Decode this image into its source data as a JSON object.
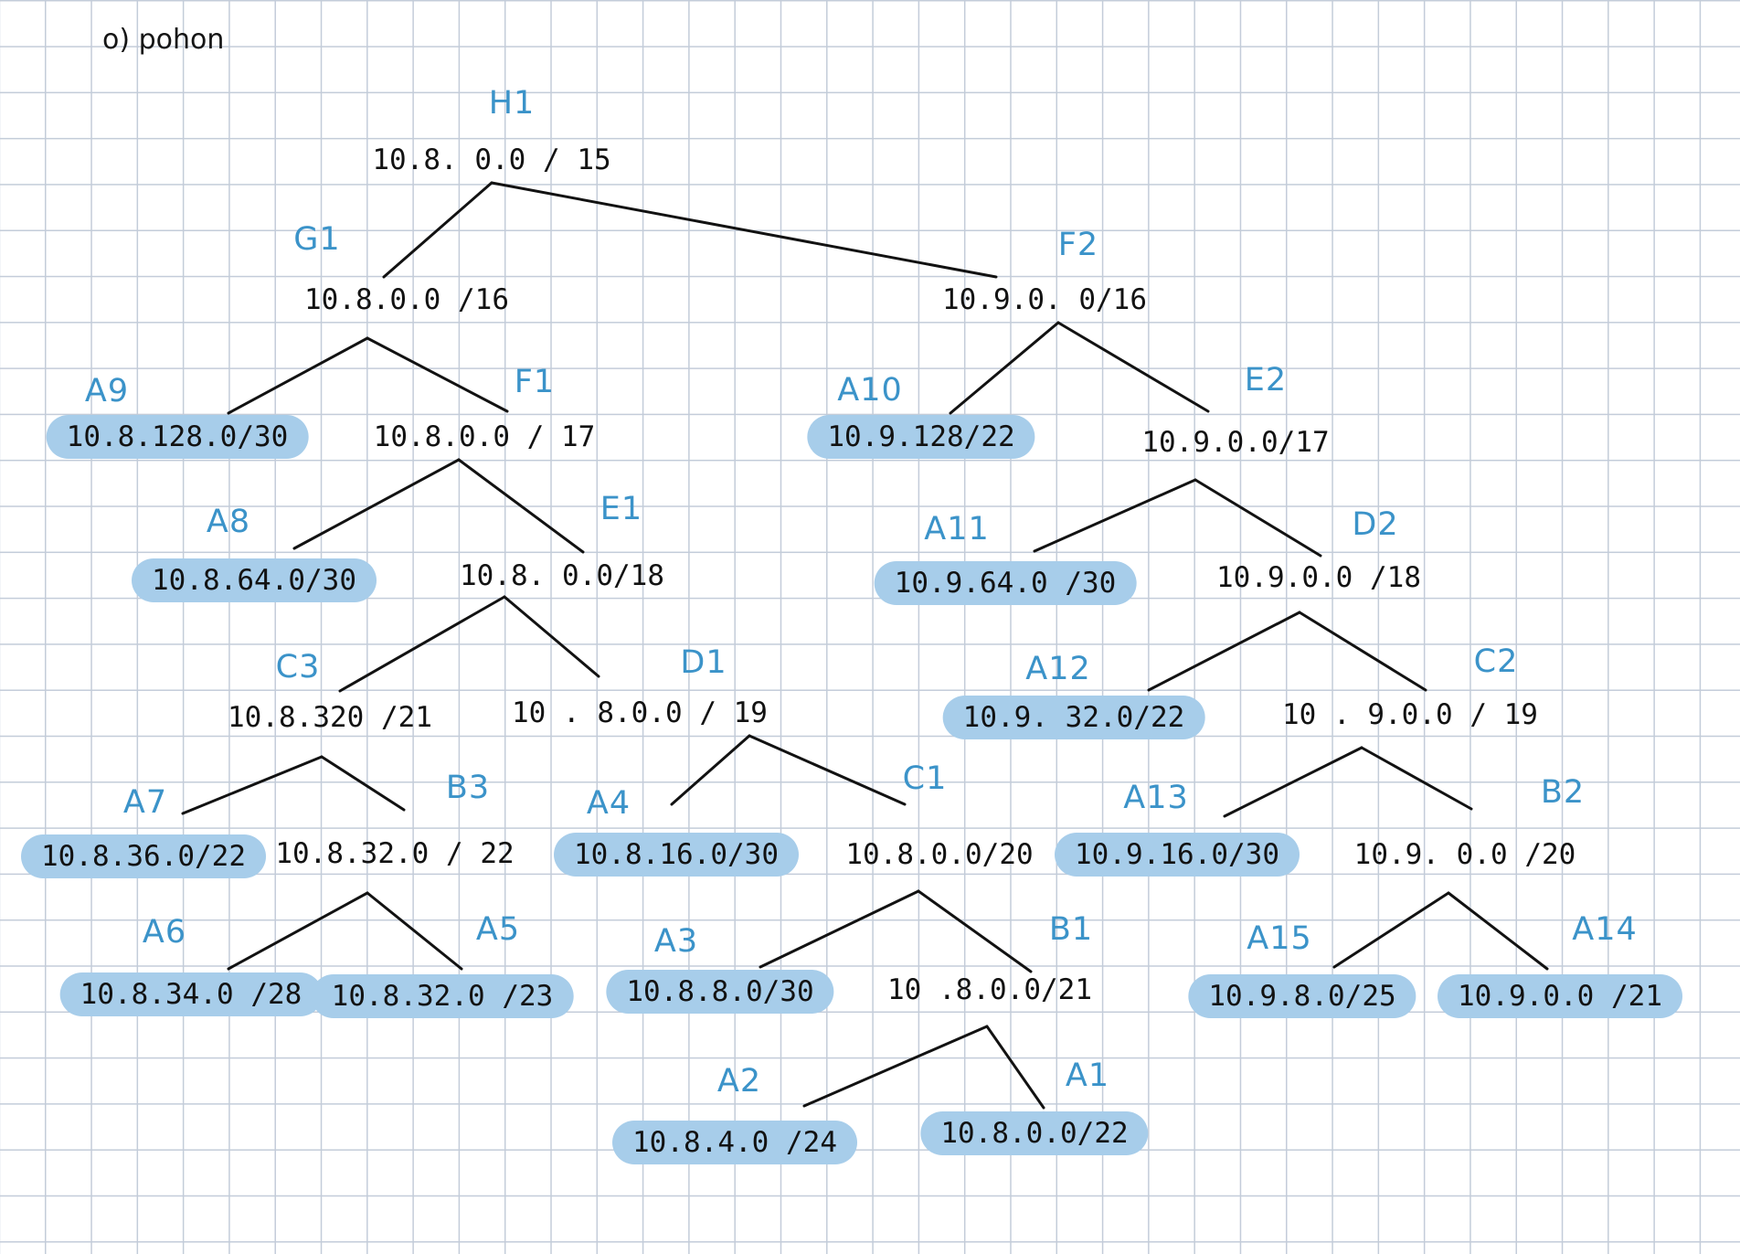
{
  "page": {
    "heading": "o) pohon",
    "colors": {
      "paper": "#ffffff",
      "grid_line": "#c3ccd9",
      "ink": "#121212",
      "label_ink": "#3b93c9",
      "highlight": "#a7cdea"
    }
  },
  "tree": {
    "root": "H1",
    "nodes": [
      {
        "id": "H1",
        "label": "H1",
        "address": "10.8. 0.0 / 15",
        "leaf": false
      },
      {
        "id": "G1",
        "label": "G1",
        "address": "10.8.0.0 /16",
        "leaf": false
      },
      {
        "id": "F2",
        "label": "F2",
        "address": "10.9.0. 0/16",
        "leaf": false
      },
      {
        "id": "A9",
        "label": "A9",
        "address": "10.8.128.0/30",
        "leaf": true
      },
      {
        "id": "F1",
        "label": "F1",
        "address": "10.8.0.0 / 17",
        "leaf": false
      },
      {
        "id": "A10",
        "label": "A10",
        "address": "10.9.128/22",
        "leaf": true
      },
      {
        "id": "E2",
        "label": "E2",
        "address": "10.9.0.0/17",
        "leaf": false
      },
      {
        "id": "A8",
        "label": "A8",
        "address": "10.8.64.0/30",
        "leaf": true
      },
      {
        "id": "E1",
        "label": "E1",
        "address": "10.8. 0.0/18",
        "leaf": false
      },
      {
        "id": "A11",
        "label": "A11",
        "address": "10.9.64.0 /30",
        "leaf": true
      },
      {
        "id": "D2",
        "label": "D2",
        "address": "10.9.0.0 /18",
        "leaf": false
      },
      {
        "id": "C3",
        "label": "C3",
        "address": "10.8.320 /21",
        "leaf": false
      },
      {
        "id": "D1",
        "label": "D1",
        "address": "10 . 8.0.0 / 19",
        "leaf": false
      },
      {
        "id": "A12",
        "label": "A12",
        "address": "10.9. 32.0/22",
        "leaf": true
      },
      {
        "id": "C2",
        "label": "C2",
        "address": "10 . 9.0.0 / 19",
        "leaf": false
      },
      {
        "id": "A7",
        "label": "A7",
        "address": "10.8.36.0/22",
        "leaf": true
      },
      {
        "id": "B3",
        "label": "B3",
        "address": "10.8.32.0 / 22",
        "leaf": false
      },
      {
        "id": "A4",
        "label": "A4",
        "address": "10.8.16.0/30",
        "leaf": true
      },
      {
        "id": "C1",
        "label": "C1",
        "address": "10.8.0.0/20",
        "leaf": false
      },
      {
        "id": "A13",
        "label": "A13",
        "address": "10.9.16.0/30",
        "leaf": true
      },
      {
        "id": "B2",
        "label": "B2",
        "address": "10.9. 0.0 /20",
        "leaf": false
      },
      {
        "id": "A6",
        "label": "A6",
        "address": "10.8.34.0 /28",
        "leaf": true
      },
      {
        "id": "A5",
        "label": "A5",
        "address": "10.8.32.0 /23",
        "leaf": true
      },
      {
        "id": "A3",
        "label": "A3",
        "address": "10.8.8.0/30",
        "leaf": true
      },
      {
        "id": "B1",
        "label": "B1",
        "address": "10 .8.0.0/21",
        "leaf": false
      },
      {
        "id": "A15",
        "label": "A15",
        "address": "10.9.8.0/25",
        "leaf": true
      },
      {
        "id": "A14",
        "label": "A14",
        "address": "10.9.0.0 /21",
        "leaf": true
      },
      {
        "id": "A2",
        "label": "A2",
        "address": "10.8.4.0 /24",
        "leaf": true
      },
      {
        "id": "A1",
        "label": "A1",
        "address": "10.8.0.0/22",
        "leaf": true
      }
    ],
    "edges": [
      [
        "H1",
        "G1"
      ],
      [
        "H1",
        "F2"
      ],
      [
        "G1",
        "A9"
      ],
      [
        "G1",
        "F1"
      ],
      [
        "F2",
        "A10"
      ],
      [
        "F2",
        "E2"
      ],
      [
        "F1",
        "A8"
      ],
      [
        "F1",
        "E1"
      ],
      [
        "E2",
        "A11"
      ],
      [
        "E2",
        "D2"
      ],
      [
        "E1",
        "C3"
      ],
      [
        "E1",
        "D1"
      ],
      [
        "D2",
        "A12"
      ],
      [
        "D2",
        "C2"
      ],
      [
        "C3",
        "A7"
      ],
      [
        "C3",
        "B3"
      ],
      [
        "D1",
        "A4"
      ],
      [
        "D1",
        "C1"
      ],
      [
        "C2",
        "A13"
      ],
      [
        "C2",
        "B2"
      ],
      [
        "B3",
        "A6"
      ],
      [
        "B3",
        "A5"
      ],
      [
        "C1",
        "A3"
      ],
      [
        "C1",
        "B1"
      ],
      [
        "B2",
        "A15"
      ],
      [
        "B2",
        "A14"
      ],
      [
        "B1",
        "A2"
      ],
      [
        "B1",
        "A1"
      ]
    ]
  }
}
